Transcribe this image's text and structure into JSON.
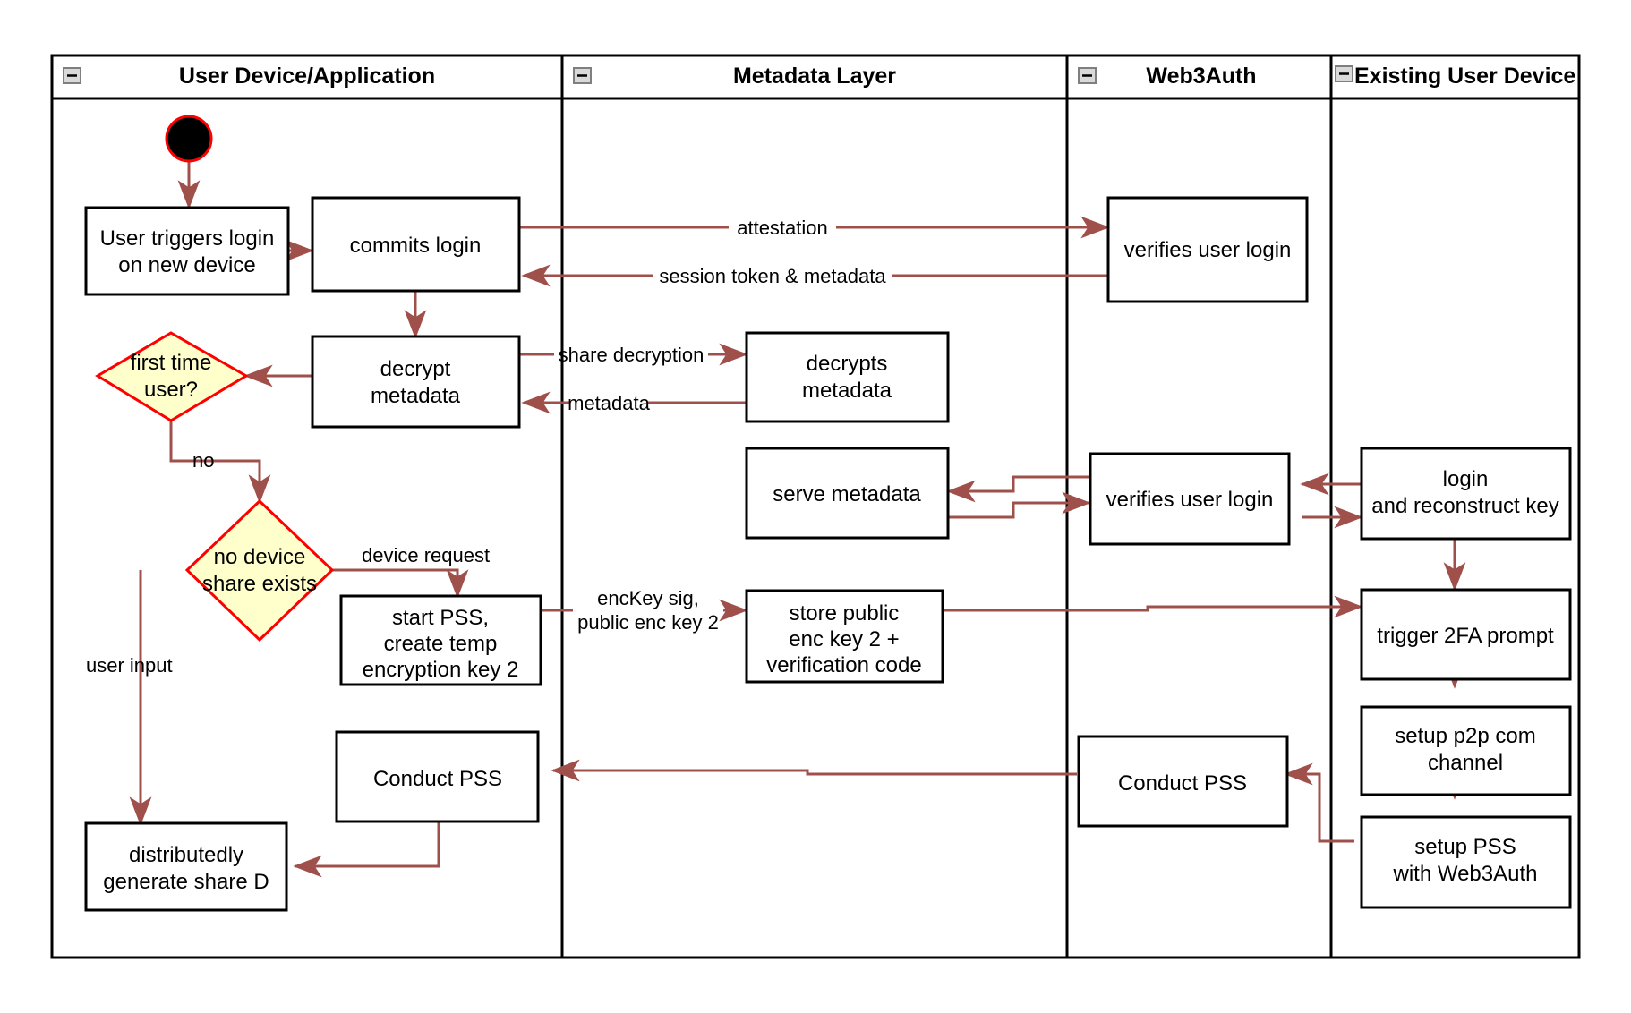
{
  "diagram": {
    "title": "Web3Auth new-device login activity diagram",
    "colors": {
      "edge": "#a0504b",
      "decision_fill": "#ffffcc",
      "decision_stroke": "#ff0000",
      "node_stroke": "#000000",
      "lane_stroke": "#000000",
      "background": "#ffffff"
    },
    "lanes": [
      {
        "id": "lane-user-device",
        "label": "User Device/Application",
        "icon": "collapse-minus-icon"
      },
      {
        "id": "lane-metadata",
        "label": "Metadata Layer",
        "icon": "collapse-minus-icon"
      },
      {
        "id": "lane-web3auth",
        "label": "Web3Auth",
        "icon": "collapse-minus-icon"
      },
      {
        "id": "lane-existing-device",
        "label": "Existing User Device",
        "icon": "collapse-minus-icon"
      }
    ],
    "nodes": [
      {
        "id": "start",
        "type": "start",
        "label": ""
      },
      {
        "id": "n-user-triggers",
        "type": "action",
        "lines": [
          "User triggers login",
          "on new device"
        ]
      },
      {
        "id": "n-commits-login",
        "type": "action",
        "lines": [
          "commits login"
        ]
      },
      {
        "id": "n-decrypt-metadata",
        "type": "action",
        "lines": [
          "decrypt",
          "metadata"
        ]
      },
      {
        "id": "n-first-time-user",
        "type": "decision",
        "lines": [
          "first time",
          "user?"
        ]
      },
      {
        "id": "n-no-device-share",
        "type": "decision",
        "lines": [
          "no device",
          "share exists"
        ]
      },
      {
        "id": "n-start-pss",
        "type": "action",
        "lines": [
          "start PSS,",
          "create temp",
          "encryption key 2"
        ]
      },
      {
        "id": "n-conduct-pss-left",
        "type": "action",
        "lines": [
          "Conduct PSS"
        ]
      },
      {
        "id": "n-generate-share-d",
        "type": "action",
        "lines": [
          "distributedly",
          "generate share D"
        ]
      },
      {
        "id": "n-decrypts-metadata",
        "type": "action",
        "lines": [
          "decrypts",
          "metadata"
        ]
      },
      {
        "id": "n-serve-metadata",
        "type": "action",
        "lines": [
          "serve metadata"
        ]
      },
      {
        "id": "n-store-public-key",
        "type": "action",
        "lines": [
          "store public",
          "enc key 2 +",
          "verification code"
        ]
      },
      {
        "id": "n-verifies-login-top",
        "type": "action",
        "lines": [
          "verifies user login"
        ]
      },
      {
        "id": "n-verifies-login-mid",
        "type": "action",
        "lines": [
          "verifies user login"
        ]
      },
      {
        "id": "n-conduct-pss-right",
        "type": "action",
        "lines": [
          "Conduct PSS"
        ]
      },
      {
        "id": "n-login-reconstruct",
        "type": "action",
        "lines": [
          "login",
          "and reconstruct key"
        ]
      },
      {
        "id": "n-trigger-2fa",
        "type": "action",
        "lines": [
          "trigger 2FA prompt"
        ]
      },
      {
        "id": "n-setup-p2p",
        "type": "action",
        "lines": [
          "setup p2p com",
          "channel"
        ]
      },
      {
        "id": "n-setup-pss-web3auth",
        "type": "action",
        "lines": [
          "setup PSS",
          "with Web3Auth"
        ]
      }
    ],
    "edge_labels": [
      {
        "id": "lbl-attestation",
        "text": "attestation"
      },
      {
        "id": "lbl-session-token",
        "text": "session token & metadata"
      },
      {
        "id": "lbl-share-decryption",
        "text": "share decryption"
      },
      {
        "id": "lbl-metadata",
        "text": "metadata"
      },
      {
        "id": "lbl-no",
        "text": "no"
      },
      {
        "id": "lbl-device-request",
        "text": "device request"
      },
      {
        "id": "lbl-user-input",
        "text": "user input"
      },
      {
        "id": "lbl-enckey-sig-1",
        "text": "encKey sig,"
      },
      {
        "id": "lbl-enckey-sig-2",
        "text": "public enc key 2"
      }
    ]
  }
}
